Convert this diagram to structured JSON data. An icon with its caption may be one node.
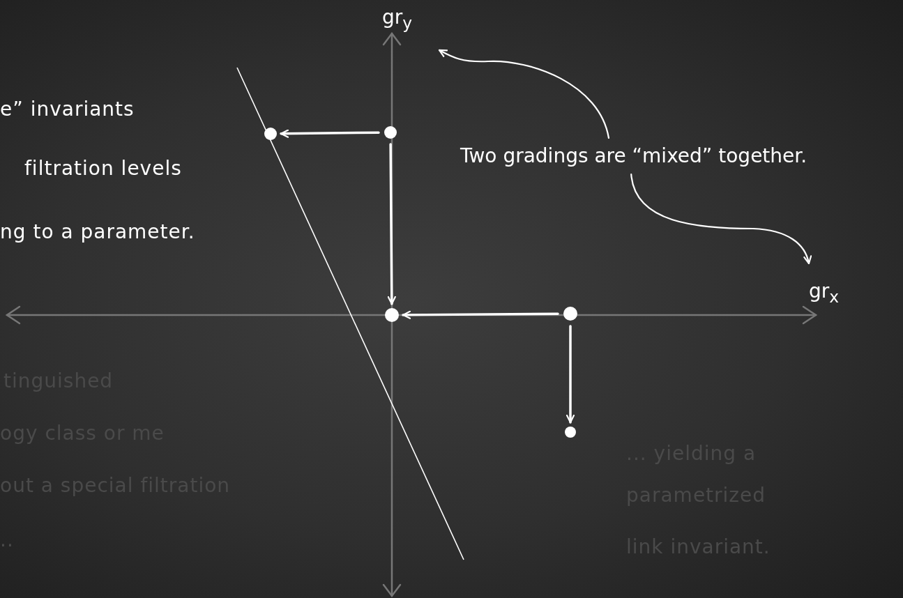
{
  "diagram": {
    "nodes": [
      {
        "text": [
          "gr$_{y}$"
        ]
      },
      {
        "text": [],
        "shape": "circle"
      },
      {
        "text": [],
        "shape": "circle"
      },
      {
        "text": [
          "Two gradings are “mixed” together."
        ]
      },
      {
        "text": [
          "gr$_{x}$"
        ]
      },
      {
        "text": [],
        "shape": "circle"
      },
      {
        "text": [],
        "shape": "circle"
      },
      {
        "text": [],
        "shape": "circle"
      }
    ],
    "edges": [
      {
        "from": 2,
        "to": 1,
        "arrow": "to"
      },
      {
        "from": 2,
        "to": 5,
        "arrow": "to"
      },
      {
        "from": 6,
        "to": 5,
        "arrow": "to"
      },
      {
        "from": 6,
        "to": 7,
        "arrow": "to"
      },
      {
        "from": 3,
        "to": 0,
        "arrow": "to"
      },
      {
        "from": 3,
        "to": 4,
        "arrow": "to"
      }
    ],
    "labels": [
      "e” invariants",
      "filtration levels",
      "ng to a parameter.",
      "tinguished",
      "ogy class or me",
      "out a special filtration",
      "..",
      "... yielding a",
      "parametrized",
      "link invariant."
    ]
  }
}
